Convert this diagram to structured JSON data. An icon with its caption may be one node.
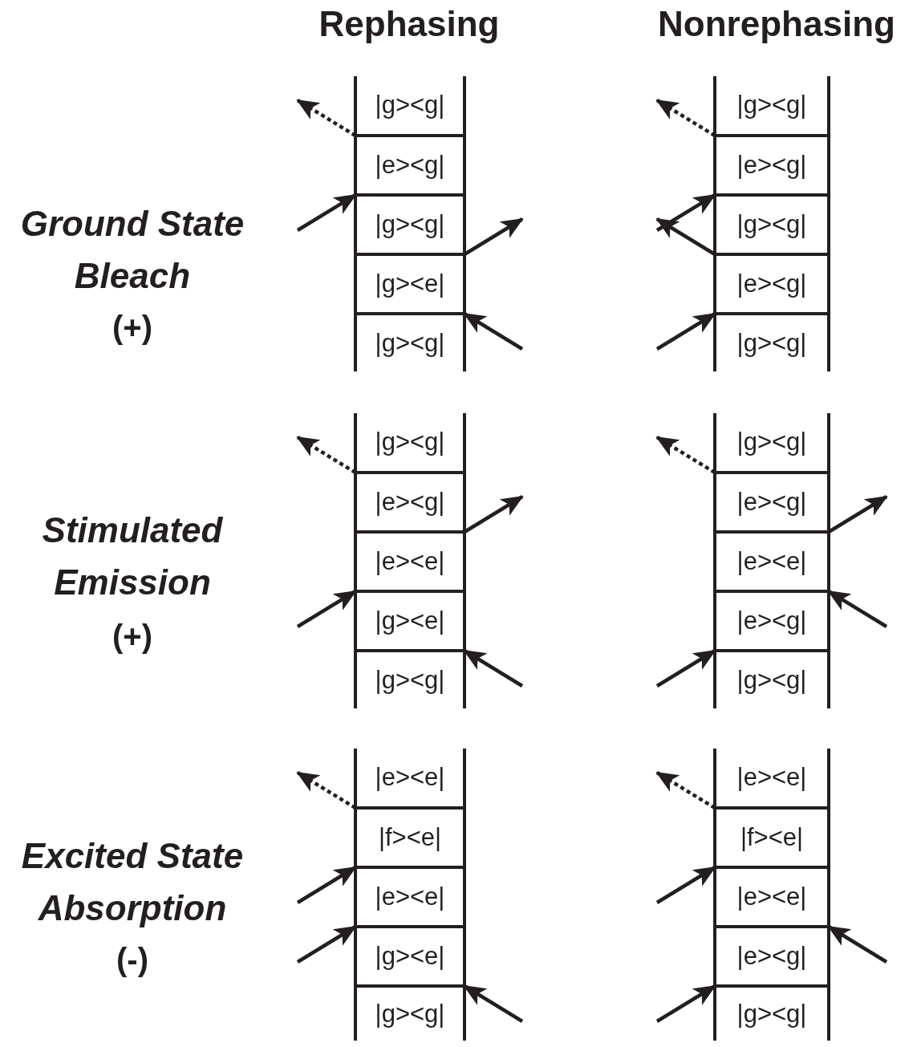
{
  "diagram": {
    "nodes": [
      {
        "text": [
          "|g><g|"
        ]
      },
      {
        "text": [
          "|e><g|"
        ]
      },
      {
        "text": [
          "|g><g|"
        ]
      },
      {
        "text": [
          "|g><e|"
        ]
      },
      {
        "text": [
          "|g><g|"
        ]
      },
      {
        "text": [
          "|g><g|"
        ]
      },
      {
        "text": [
          "|e><g|"
        ]
      },
      {
        "text": [
          "|g><g|"
        ]
      },
      {
        "text": [
          "|e><g|"
        ]
      },
      {
        "text": [
          "|g><g|"
        ]
      },
      {
        "text": [
          "|g><g|"
        ]
      },
      {
        "text": [
          "|e><g|"
        ]
      },
      {
        "text": [
          "|e><e|"
        ]
      },
      {
        "text": [
          "|g><e|"
        ]
      },
      {
        "text": [
          "|g><g|"
        ]
      },
      {
        "text": [
          "|g><g|"
        ]
      },
      {
        "text": [
          "|e><g|"
        ]
      },
      {
        "text": [
          "|e><e|"
        ]
      },
      {
        "text": [
          "|e><g|"
        ]
      },
      {
        "text": [
          "|g><g|"
        ]
      },
      {
        "text": [
          "|e><e|"
        ]
      },
      {
        "text": [
          "|f><e|"
        ]
      },
      {
        "text": [
          "|e><e|"
        ]
      },
      {
        "text": [
          "|g><e|"
        ]
      },
      {
        "text": [
          "|g><g|"
        ]
      },
      {
        "text": [
          "|e><e|"
        ]
      },
      {
        "text": [
          "|f><e|"
        ]
      },
      {
        "text": [
          "|e><e|"
        ]
      },
      {
        "text": [
          "|e><g|"
        ]
      },
      {
        "text": [
          "|g><g|"
        ]
      }
    ],
    "edges": [
      {
        "from": 1,
        "to": null,
        "arrow": "to",
        "style": "dashed"
      },
      {
        "from": null,
        "to": 2,
        "arrow": "to"
      },
      {
        "from": 3,
        "to": null,
        "arrow": "to"
      },
      {
        "from": null,
        "to": 4,
        "arrow": "to"
      },
      {
        "from": 6,
        "to": null,
        "arrow": "to",
        "style": "dashed"
      },
      {
        "from": null,
        "to": 7,
        "arrow": "to"
      },
      {
        "from": 8,
        "to": null,
        "arrow": "to"
      },
      {
        "from": null,
        "to": 9,
        "arrow": "to"
      },
      {
        "from": 11,
        "to": null,
        "arrow": "to",
        "style": "dashed"
      },
      {
        "from": 12,
        "to": null,
        "arrow": "to"
      },
      {
        "from": null,
        "to": 13,
        "arrow": "to"
      },
      {
        "from": null,
        "to": 14,
        "arrow": "to"
      },
      {
        "from": 16,
        "to": null,
        "arrow": "to",
        "style": "dashed"
      },
      {
        "from": 17,
        "to": null,
        "arrow": "to"
      },
      {
        "from": null,
        "to": 18,
        "arrow": "to"
      },
      {
        "from": null,
        "to": 19,
        "arrow": "to"
      },
      {
        "from": 21,
        "to": null,
        "arrow": "to",
        "style": "dashed"
      },
      {
        "from": null,
        "to": 22,
        "arrow": "to"
      },
      {
        "from": null,
        "to": 23,
        "arrow": "to"
      },
      {
        "from": null,
        "to": 24,
        "arrow": "to"
      },
      {
        "from": 26,
        "to": null,
        "arrow": "to",
        "style": "dashed"
      },
      {
        "from": null,
        "to": 27,
        "arrow": "to"
      },
      {
        "from": null,
        "to": 28,
        "arrow": "to"
      },
      {
        "from": null,
        "to": 29,
        "arrow": "to"
      }
    ],
    "labels": [
      "Rephasing",
      "Nonrephasing",
      "Ground State Bleach",
      "(+)",
      "Stimulated Emission",
      "(+)",
      "Excited State Absorption",
      "(-)"
    ]
  }
}
